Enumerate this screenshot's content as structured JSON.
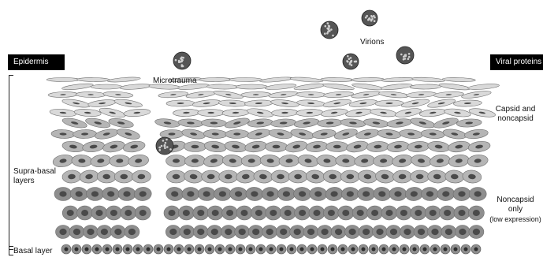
{
  "headers": {
    "left": "Epidermis",
    "right": "Viral proteins"
  },
  "labels": {
    "virions": "Virions",
    "microtrauma": "Microtrauma",
    "suprabasal_line1": "Supra-basal",
    "suprabasal_line2": "layers",
    "basal": "Basal layer",
    "capsid_line1": "Capsid and",
    "capsid_line2": "noncapsid",
    "noncapsid_line1": "Noncapsid",
    "noncapsid_line2": "only",
    "noncapsid_line3": "(low expression)"
  },
  "colors": {
    "cell_fill_light": "#d9d9d9",
    "cell_fill_mid": "#b5b5b5",
    "cell_fill_dark": "#8e8e8e",
    "nucleus": "#4a4a4a",
    "virion": "#555555",
    "header_bg": "#000000"
  }
}
